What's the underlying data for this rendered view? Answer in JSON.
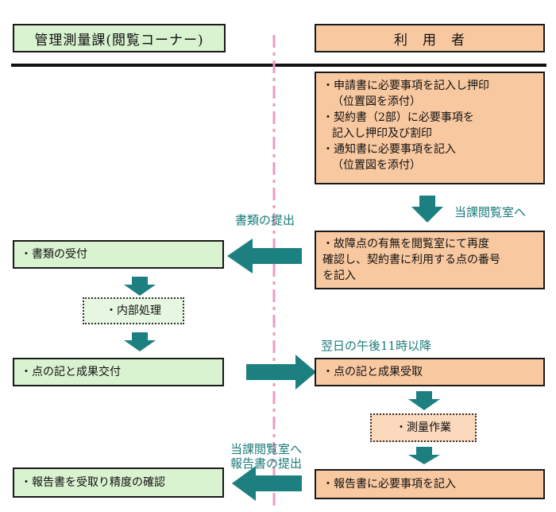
{
  "headers": {
    "left": "管理測量課(閲覧コーナー)",
    "right": "利　用　者"
  },
  "right_steps": {
    "application": [
      "・申請書に必要事項を記入し押印",
      "（位置図を添付）",
      "・契約書（2部）に必要事項を",
      "記入し押印及び割印",
      "・通知書に必要事項を記入",
      "（位置図を添付）"
    ],
    "confirm": [
      "・故障点の有無を閲覧室にて再度",
      "確認し、契約書に利用する点の番号",
      "を記入"
    ],
    "receive": "・点の記と成果受取",
    "survey": "・測量作業",
    "report": "・報告書に必要事項を記入"
  },
  "left_steps": {
    "accept": "・書類の受付",
    "internal": "・内部処理",
    "deliver": "・点の記と成果交付",
    "verify": "・報告書を受取り精度の確認"
  },
  "flow_labels": {
    "to_room": "当課閲覧室へ",
    "submit_docs": "書類の提出",
    "next_day": "翌日の午後11時以降",
    "report_to_room_1": "当課閲覧室へ",
    "report_to_room_2": "報告書の提出"
  },
  "colors": {
    "green_box": "#d9f2d0",
    "orange_box": "#f8c8a0",
    "arrow": "#1d8080",
    "label_text": "#1a7a7a",
    "divider": "#e89cc4"
  }
}
